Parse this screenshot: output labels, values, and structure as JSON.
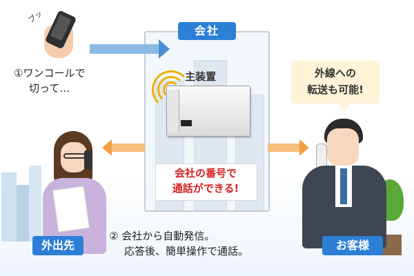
{
  "company": {
    "label": "会社",
    "device_label": "主装置"
  },
  "callout": {
    "line1": "会社の番号で",
    "line2": "通話ができる!"
  },
  "step1": {
    "line1": "①ワンコールで",
    "line2": "切って…"
  },
  "step2": {
    "line1": "② 会社から自動発信。",
    "line2": "応答後、簡単操作で通話。"
  },
  "bubble": {
    "line1": "外線への",
    "line2": "転送も可能!"
  },
  "badges": {
    "outside": "外出先",
    "customer": "お客様"
  },
  "phone": {
    "sound": "ブッ"
  },
  "colors": {
    "accent_blue": "#2d7fd6",
    "arrow_blue": "#8dbbe6",
    "arrow_orange": "#f5c07a",
    "callout_red": "#d61f1f",
    "wave": "#f0b000"
  }
}
